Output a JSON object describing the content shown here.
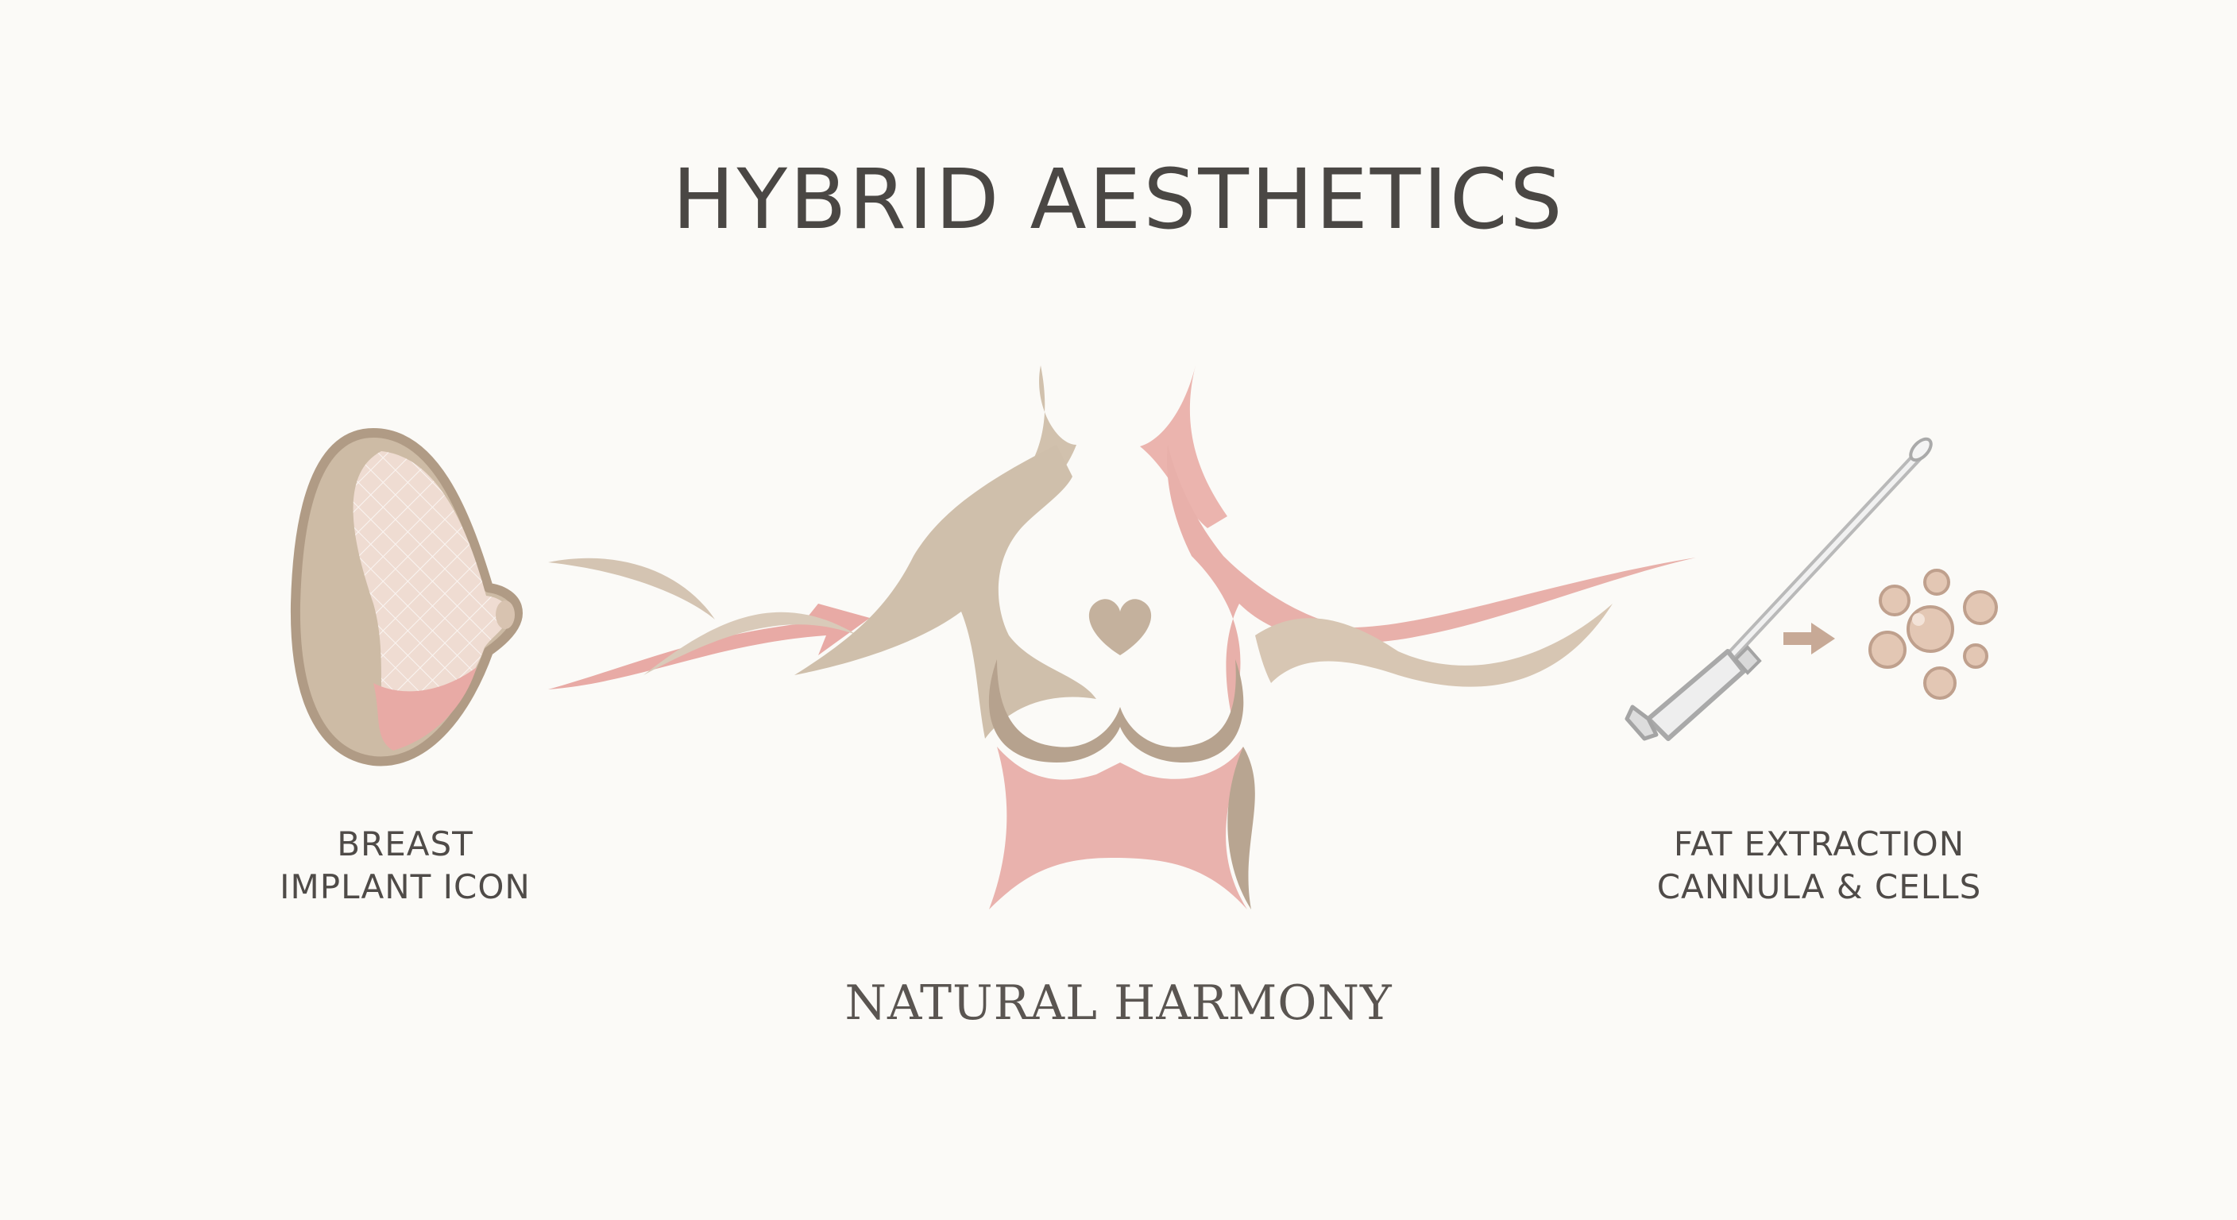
{
  "title": "HYBRID AESTHETICS",
  "left_label": {
    "line1": "BREAST",
    "line2": "IMPLANT ICON"
  },
  "right_label": {
    "line1": "FAT EXTRACTION",
    "line2": "CANNULA & CELLS"
  },
  "caption": "NATURAL HARMONY",
  "colors": {
    "background": "#fbfaf7",
    "taupe": "#cfbfab",
    "taupe_dark": "#b3a08c",
    "pink": "#e9b2ad",
    "pink_light": "#f3cfca",
    "text": "#4a4744"
  },
  "icons": [
    "breast-implant-icon",
    "arrow-right-icon",
    "torso-figure",
    "heart-icon",
    "cannula-icon",
    "fat-cells-icon"
  ]
}
